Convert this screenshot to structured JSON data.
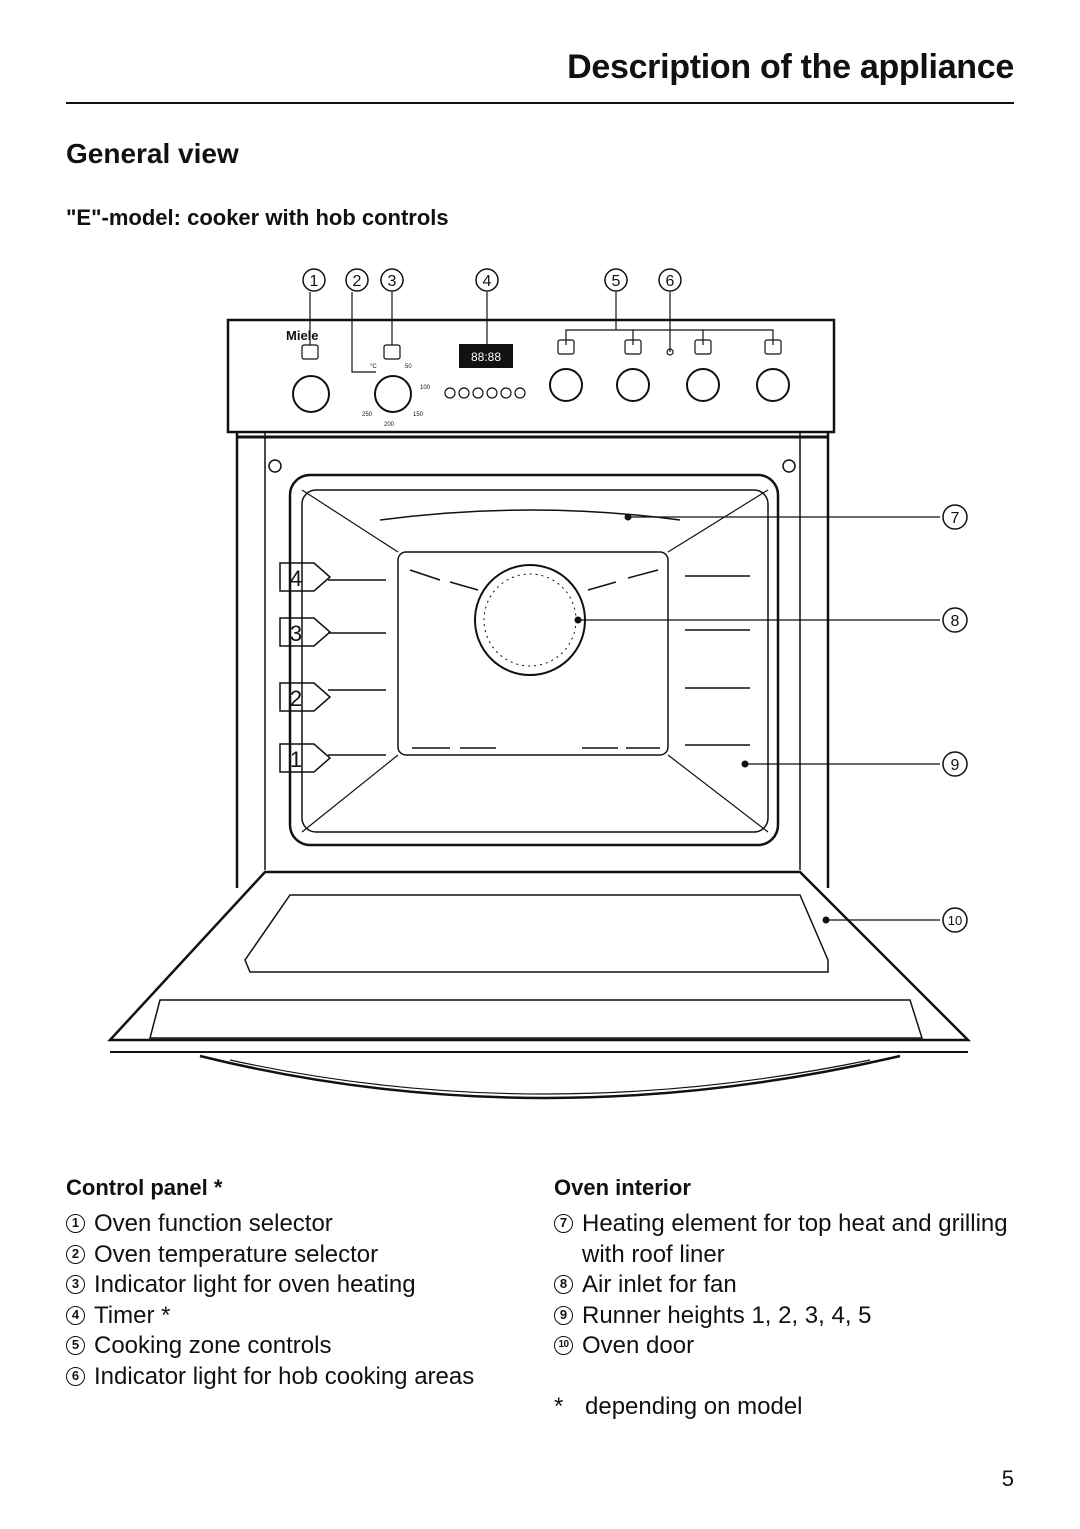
{
  "header": {
    "title": "Description of the appliance"
  },
  "section": {
    "title": "General view"
  },
  "subsection": {
    "title": "\"E\"-model: cooker with hob controls"
  },
  "figure": {
    "brand": "Miele",
    "display_text": "88:88",
    "callouts": [
      "1",
      "2",
      "3",
      "4",
      "5",
      "6",
      "7",
      "8",
      "9",
      "10"
    ],
    "runner_labels": [
      "4",
      "3",
      "2",
      "1"
    ],
    "temp_marks": [
      "°C",
      "50",
      "100",
      "150",
      "200",
      "250"
    ]
  },
  "control_panel": {
    "heading": "Control panel *",
    "items": [
      {
        "num": "1",
        "text": "Oven function selector"
      },
      {
        "num": "2",
        "text": "Oven temperature selector"
      },
      {
        "num": "3",
        "text": "Indicator light for oven heating"
      },
      {
        "num": "4",
        "text": "Timer *"
      },
      {
        "num": "5",
        "text": "Cooking zone controls"
      },
      {
        "num": "6",
        "text": "Indicator light for hob cooking areas"
      }
    ]
  },
  "oven_interior": {
    "heading": "Oven interior",
    "items": [
      {
        "num": "7",
        "text": "Heating element for top heat and grilling with roof liner"
      },
      {
        "num": "8",
        "text": "Air inlet for fan"
      },
      {
        "num": "9",
        "text": "Runner heights 1, 2, 3, 4, 5"
      },
      {
        "num": "10",
        "text": "Oven door"
      }
    ],
    "footnote_mark": "*",
    "footnote": "depending on model"
  },
  "page_number": "5"
}
